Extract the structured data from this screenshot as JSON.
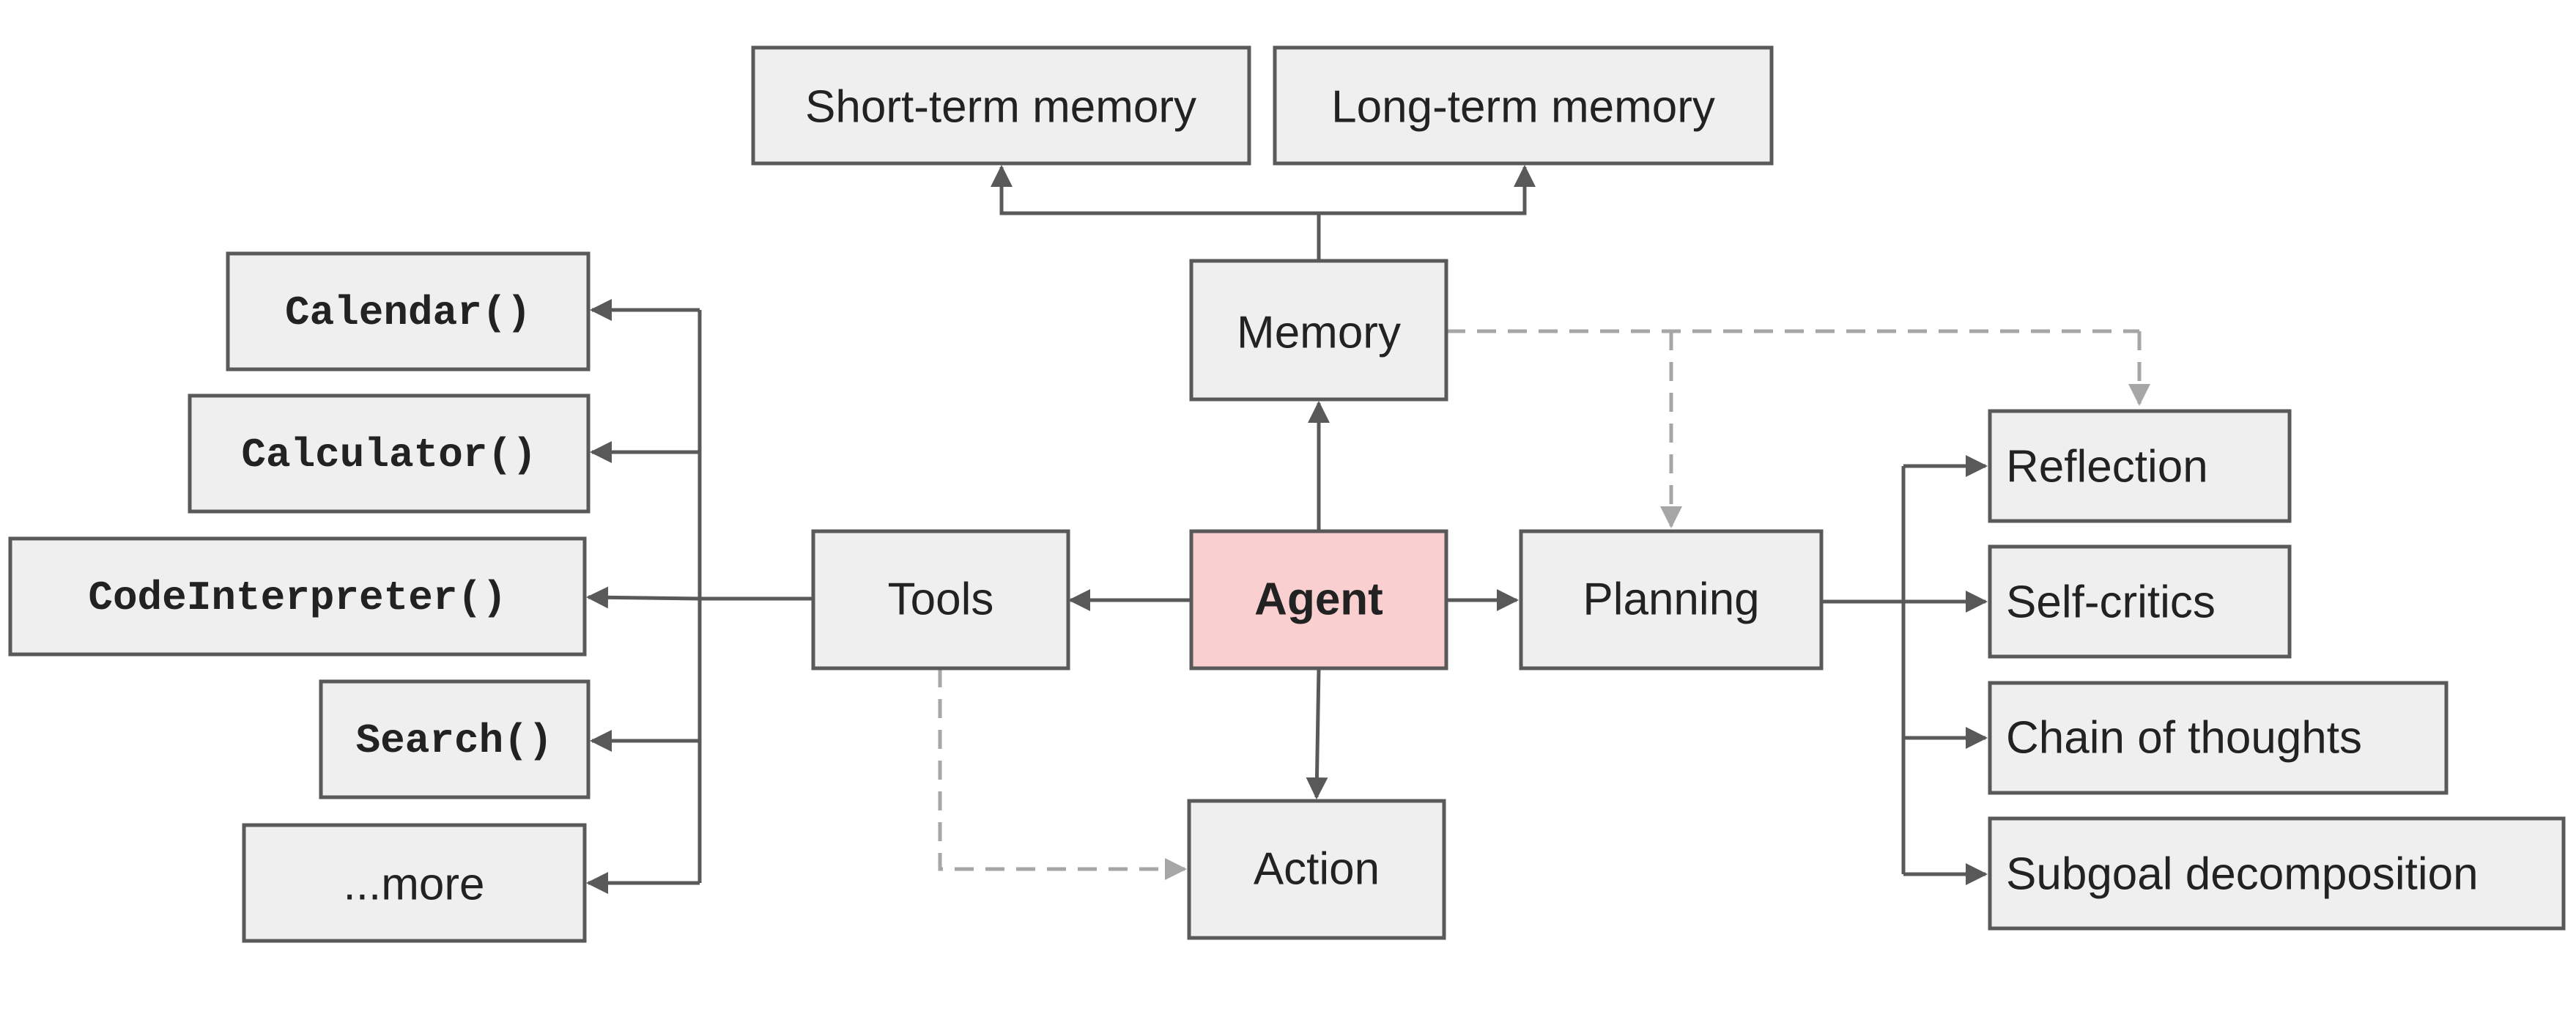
{
  "nodes": {
    "short_term_memory": "Short-term memory",
    "long_term_memory": "Long-term memory",
    "memory": "Memory",
    "agent": "Agent",
    "tools": "Tools",
    "planning": "Planning",
    "action": "Action",
    "calendar": "Calendar()",
    "calculator": "Calculator()",
    "code_interpreter": "CodeInterpreter()",
    "search": "Search()",
    "more": "...more",
    "reflection": "Reflection",
    "self_critics": "Self-critics",
    "chain_of_thoughts": "Chain of thoughts",
    "subgoal_decomposition": "Subgoal decomposition"
  },
  "colors": {
    "box_fill": "#efefef",
    "agent_fill": "#f9cfd0",
    "stroke": "#595959",
    "dashed_stroke": "#a6a6a6"
  }
}
